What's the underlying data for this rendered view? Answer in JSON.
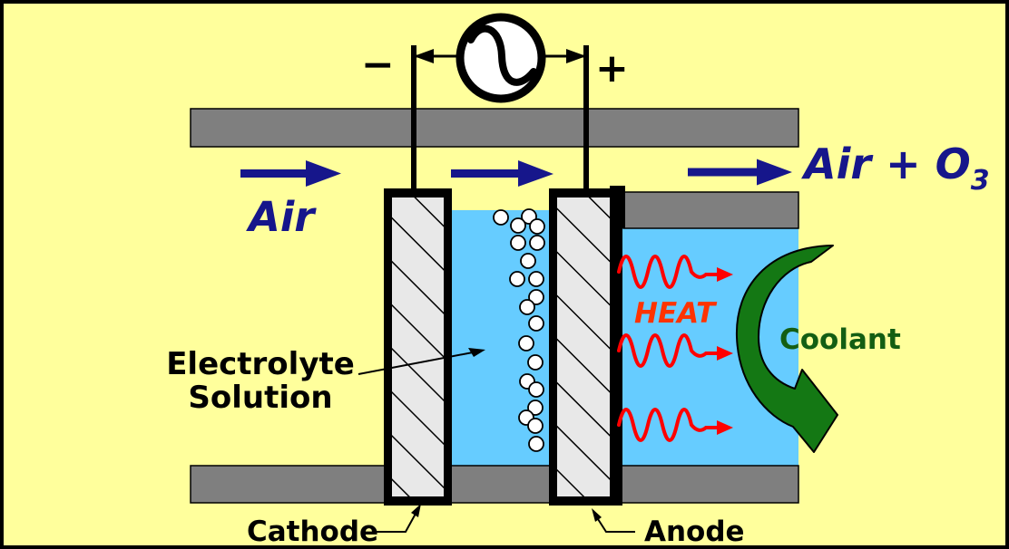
{
  "title": "Electrolytic ozone generation cell diagram",
  "labels": {
    "minus": "−",
    "plus": "+",
    "air_in": "Air",
    "air_out_main": "Air + O",
    "air_out_sub": "3",
    "electrolyte_line1": "Electrolyte",
    "electrolyte_line2": "Solution",
    "heat": "HEAT",
    "coolant": "Coolant",
    "cathode": "Cathode",
    "anode": "Anode"
  },
  "colors": {
    "background_yellow": "#FFFF9C",
    "frame_black": "#000000",
    "duct_gray": "#7F7F7F",
    "water_blue": "#66CCFF",
    "electrode_gray": "#E8E8E8",
    "navy": "#16168B",
    "heat_red": "#FF0000",
    "heat_text_red": "#FF3300",
    "coolant_green": "#147814",
    "coolant_text_green": "#135E13"
  }
}
